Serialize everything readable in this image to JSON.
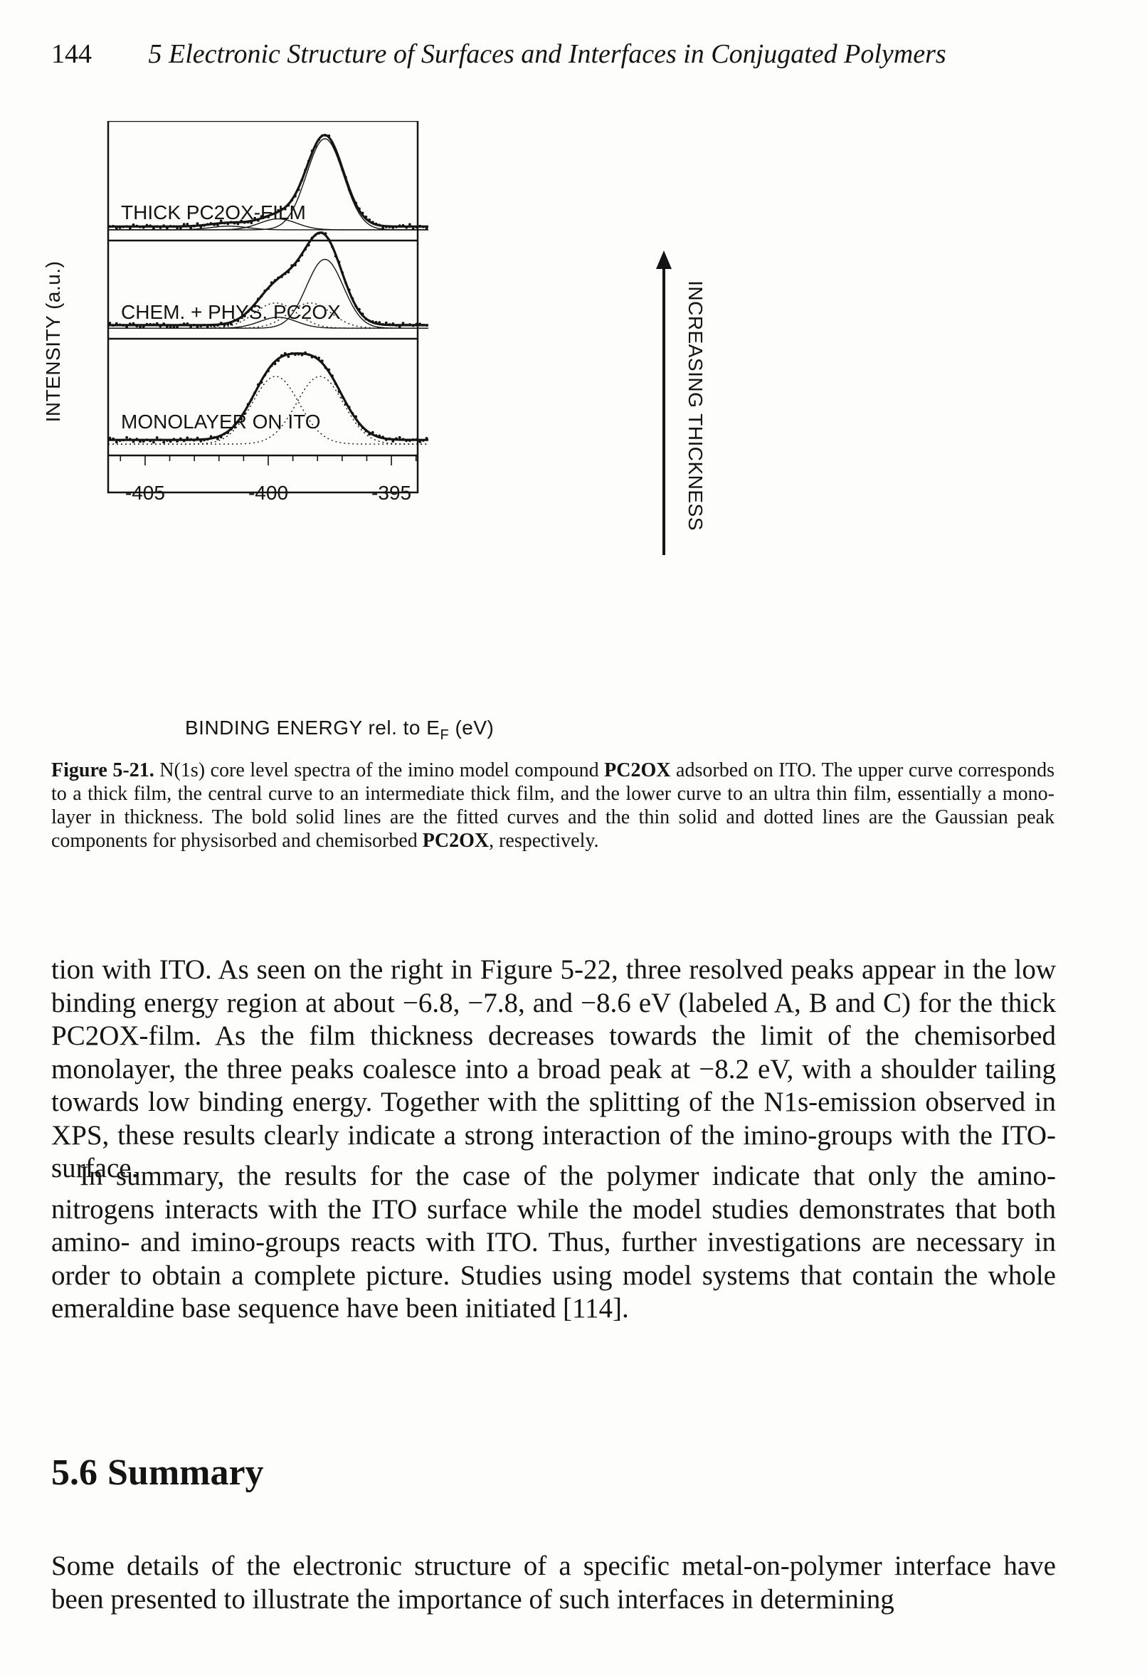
{
  "header": {
    "page_number": "144",
    "running_title": "5 Electronic Structure of Surfaces and Interfaces in Conjugated Polymers"
  },
  "figure": {
    "y_axis_label": "INTENSITY (a.u.)",
    "x_axis_label_prefix": "BINDING ENERGY rel. to E",
    "x_axis_label_subscript": "F",
    "x_axis_label_suffix": " (eV)",
    "arrow_label": "INCREASING THICKNESS",
    "panels": [
      {
        "label": "THICK PC2OX-FILM"
      },
      {
        "label": "CHEM. + PHYS. PC2OX"
      },
      {
        "label": "MONOLAYER ON ITO"
      }
    ]
  },
  "chart_data": {
    "type": "line",
    "title": "",
    "xlabel": "BINDING ENERGY rel. to EF (eV)",
    "ylabel": "INTENSITY (a.u.)",
    "xlim": [
      -406.5,
      -393.5
    ],
    "x_ticks": [
      -405,
      -400,
      -395
    ],
    "tick_labels": [
      "-405",
      "-400",
      "-395"
    ],
    "grid": false,
    "panels": [
      {
        "name": "THICK PC2OX-FILM",
        "baseline": 0.06,
        "fit_components": [
          {
            "style": "solid",
            "center": -397.7,
            "sigma": 0.75,
            "amplitude": 1.0
          },
          {
            "style": "solid",
            "center": -399.6,
            "sigma": 0.75,
            "amplitude": 0.12
          },
          {
            "style": "solid",
            "center": -401.6,
            "sigma": 0.75,
            "amplitude": 0.04
          }
        ]
      },
      {
        "name": "CHEM. + PHYS. PC2OX",
        "baseline": 0.06,
        "fit_components": [
          {
            "style": "solid",
            "center": -397.7,
            "sigma": 0.75,
            "amplitude": 0.82
          },
          {
            "style": "solid",
            "center": -399.6,
            "sigma": 0.75,
            "amplitude": 0.13
          },
          {
            "style": "dotted",
            "center": -399.7,
            "sigma": 0.85,
            "amplitude": 0.3
          },
          {
            "style": "dotted",
            "center": -398.3,
            "sigma": 0.85,
            "amplitude": 0.3
          }
        ]
      },
      {
        "name": "MONOLAYER ON ITO",
        "baseline": 0.07,
        "fit_components": [
          {
            "style": "dotted",
            "center": -399.7,
            "sigma": 0.95,
            "amplitude": 0.68
          },
          {
            "style": "dotted",
            "center": -397.9,
            "sigma": 0.95,
            "amplitude": 0.68
          }
        ]
      }
    ]
  },
  "caption": {
    "label": "Figure 5-21.",
    "text_before": "N(1s) core level spectra of the imino model compound ",
    "compound": "PC2OX",
    "text_after": " adsorbed on ITO. The upper curve corresponds to a thick film, the central curve to an intermediate thick film, and the lower curve to an ultra thin film, essentially a mono-layer in thickness. The bold solid lines are the fitted curves and the thin solid and dotted lines are the Gaussian peak components for physisorbed and chemisorbed ",
    "compound_end": "PC2OX",
    "text_end": ", respectively."
  },
  "body": {
    "paragraph_1": "tion with ITO. As seen on the right in Figure 5-22, three resolved peaks appear in the low binding energy region at about −6.8, −7.8, and −8.6 eV (labeled A, B and C) for the thick PC2OX-film. As the film thickness decreases towards the limit of the chemisorbed monolayer, the three peaks coalesce into a broad peak at −8.2 eV, with a shoulder tailing towards low binding energy. Together with the split­ting of the N1s-emission observed in XPS, these results clearly indicate a strong interaction of the imino-groups with the ITO-surface.",
    "paragraph_2": "In summary, the results for the case of the polymer indicate that only the amino-nitrogens interacts with the ITO surface while the model studies demonstrates that both amino- and imino-groups reacts with ITO. Thus, further investigations are ne­cessary in order to obtain a complete picture. Studies using model systems that con­tain the whole emeraldine base sequence have been initiated [114].",
    "section_number": "5.6",
    "section_title": "Summary",
    "paragraph_3": "Some details of the electronic structure of a specific metal-on-polymer interface have been presented to illustrate the importance of such interfaces in determining"
  }
}
